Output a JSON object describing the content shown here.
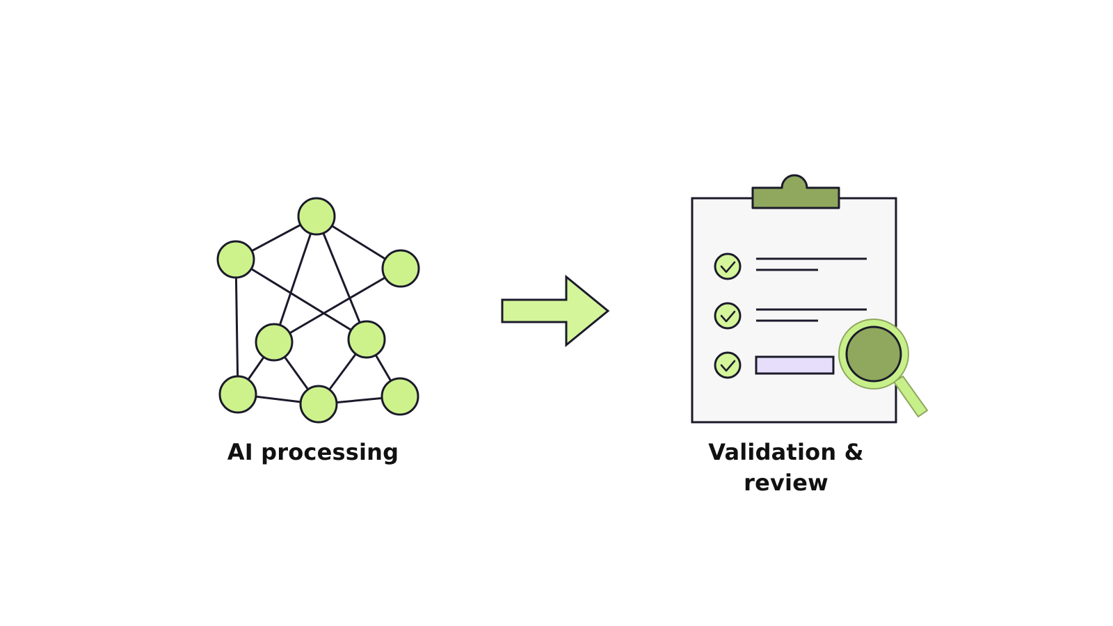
{
  "steps": [
    {
      "label": "AI processing",
      "icon": "neural-network-icon"
    },
    {
      "label": "Validation &\nreview",
      "icon": "clipboard-checklist-magnifier-icon"
    }
  ],
  "connector": {
    "icon": "right-arrow-icon"
  },
  "checklist": {
    "item_count": 3
  },
  "colors": {
    "background": "#ffffff",
    "stroke": "#1b1a2b",
    "node_fill": "#cdf28c",
    "arrow_fill": "#d4f59a",
    "clipboard_paper": "#f7f7f7",
    "clip_fill": "#8fa85e",
    "check_fill": "#d4f59a",
    "highlight_bar": "#e6defa",
    "lens_ring": "#c8f08a",
    "lens_glass": "#8fa85e",
    "text": "#111111"
  }
}
